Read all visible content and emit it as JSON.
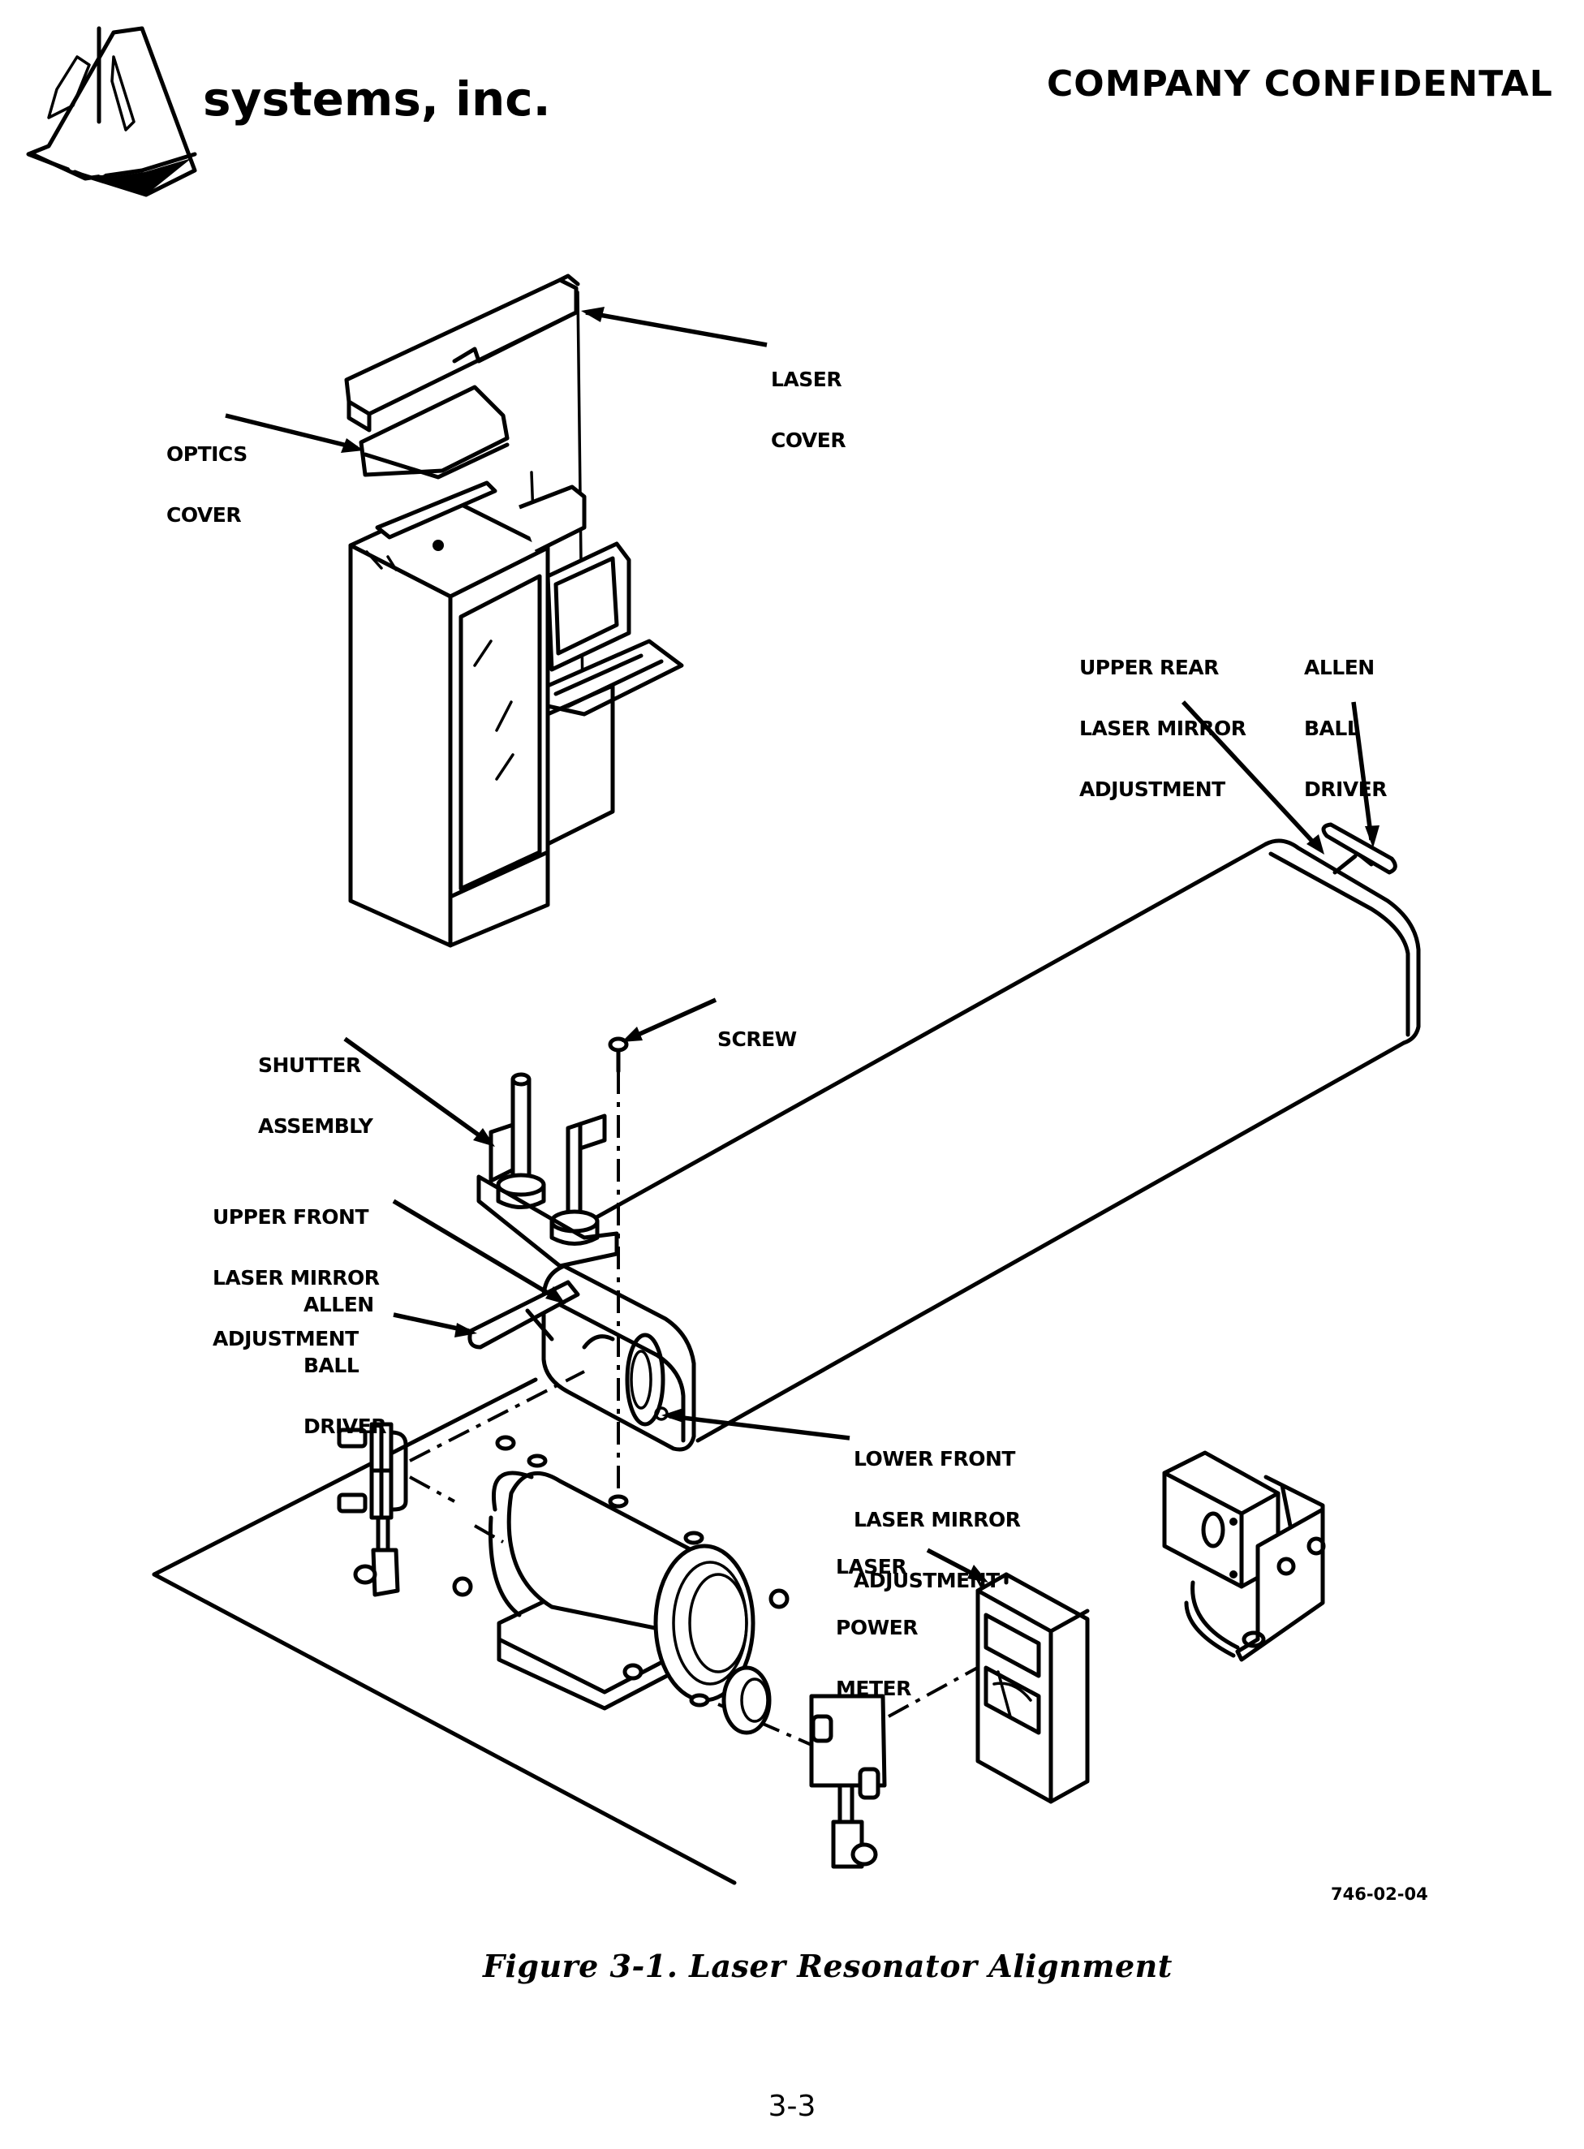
{
  "header": {
    "company_name": "systems, inc.",
    "logo_icon": "3d-systems-cube-logo",
    "confidential_notice": "COMPANY CONFIDENTAL"
  },
  "figure": {
    "labels": {
      "laser_cover": [
        "LASER",
        "COVER"
      ],
      "optics_cover": [
        "OPTICS",
        "COVER"
      ],
      "upper_rear_mirror": [
        "UPPER REAR",
        "LASER MIRROR",
        "ADJUSTMENT"
      ],
      "allen_ball_driver_rear": [
        "ALLEN",
        "BALL",
        "DRIVER"
      ],
      "shutter_assembly": [
        "SHUTTER",
        "ASSEMBLY"
      ],
      "screw": [
        "SCREW"
      ],
      "upper_front_mirror": [
        "UPPER FRONT",
        "LASER MIRROR",
        "ADJUSTMENT"
      ],
      "allen_ball_driver_front": [
        "ALLEN",
        "BALL",
        "DRIVER"
      ],
      "lower_front_mirror": [
        "LOWER FRONT",
        "LASER MIRROR",
        "ADJUSTMENT"
      ],
      "laser_power_meter": [
        "LASER",
        "POWER",
        "METER"
      ]
    },
    "drawing_number": "746-02-04",
    "caption": "Figure 3-1.  Laser Resonator Alignment"
  },
  "footer": {
    "page_number": "3-3"
  }
}
